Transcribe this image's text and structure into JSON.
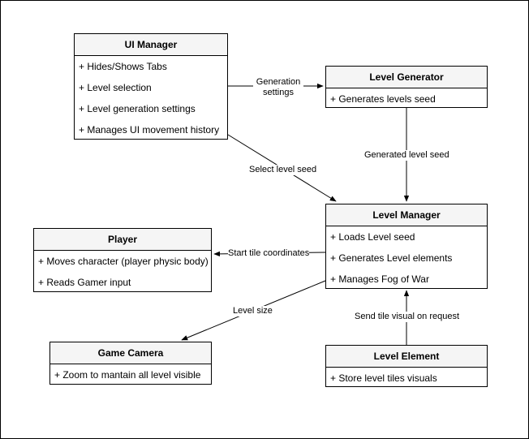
{
  "boxes": {
    "ui_manager": {
      "title": "UI Manager",
      "rows": [
        "+ Hides/Shows Tabs",
        "+ Level selection",
        "+ Level generation settings",
        "+ Manages UI movement history"
      ]
    },
    "level_generator": {
      "title": "Level Generator",
      "rows": [
        "+ Generates levels seed"
      ]
    },
    "level_manager": {
      "title": "Level Manager",
      "rows": [
        "+ Loads Level seed",
        "+ Generates Level elements",
        "+ Manages Fog of War"
      ]
    },
    "player": {
      "title": "Player",
      "rows": [
        "+ Moves character (player physic body)",
        "+ Reads Gamer input"
      ]
    },
    "game_camera": {
      "title": "Game Camera",
      "rows": [
        "+ Zoom to mantain all level visible"
      ]
    },
    "level_element": {
      "title": "Level Element",
      "rows": [
        "+ Store level tiles visuals"
      ]
    }
  },
  "edges": {
    "generation_settings": {
      "line1": "Generation",
      "line2": "settings"
    },
    "select_level_seed": "Select level seed",
    "generated_level_seed": "Generated level seed",
    "start_tile_coordinates": "Start tile coordinates",
    "level_size": "Level size",
    "send_tile_visual": "Send tile visual on request"
  },
  "colors": {
    "stroke": "#000000",
    "title_fill": "#f5f5f5",
    "box_fill": "#ffffff"
  }
}
